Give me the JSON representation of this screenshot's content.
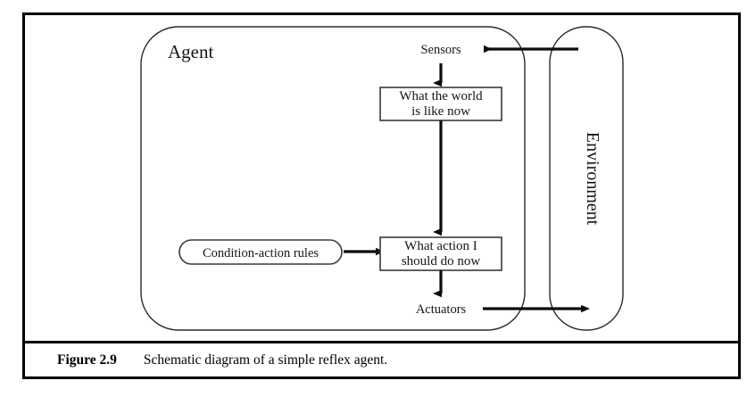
{
  "figure": {
    "caption_label": "Figure 2.9",
    "caption_text": "Schematic diagram of a simple reflex agent."
  },
  "diagram": {
    "type": "schematic-flow-diagram",
    "agent_container_label": "Agent",
    "environment_container_label": "Environment",
    "nodes": [
      {
        "id": "sensors",
        "label": "Sensors",
        "shape": "text-port"
      },
      {
        "id": "world-state",
        "label_line1": "What the world",
        "label_line2": "is like now",
        "shape": "rectangle"
      },
      {
        "id": "condition-action-rules",
        "label": "Condition-action rules",
        "shape": "rounded-pill"
      },
      {
        "id": "action-select",
        "label_line1": "What action I",
        "label_line2": "should do now",
        "shape": "rectangle"
      },
      {
        "id": "actuators",
        "label": "Actuators",
        "shape": "text-port"
      }
    ],
    "edges": [
      {
        "from": "environment",
        "to": "sensors",
        "direction": "left"
      },
      {
        "from": "sensors",
        "to": "world-state",
        "direction": "down"
      },
      {
        "from": "world-state",
        "to": "action-select",
        "direction": "down"
      },
      {
        "from": "condition-action-rules",
        "to": "action-select",
        "direction": "right"
      },
      {
        "from": "action-select",
        "to": "actuators",
        "direction": "down"
      },
      {
        "from": "actuators",
        "to": "environment",
        "direction": "right"
      }
    ]
  },
  "colors": {
    "frame": "#000000",
    "text": "#16161c",
    "thin_outline": "#2a2a2e",
    "flow_line": "#0d0d0d",
    "background": "#ffffff"
  }
}
